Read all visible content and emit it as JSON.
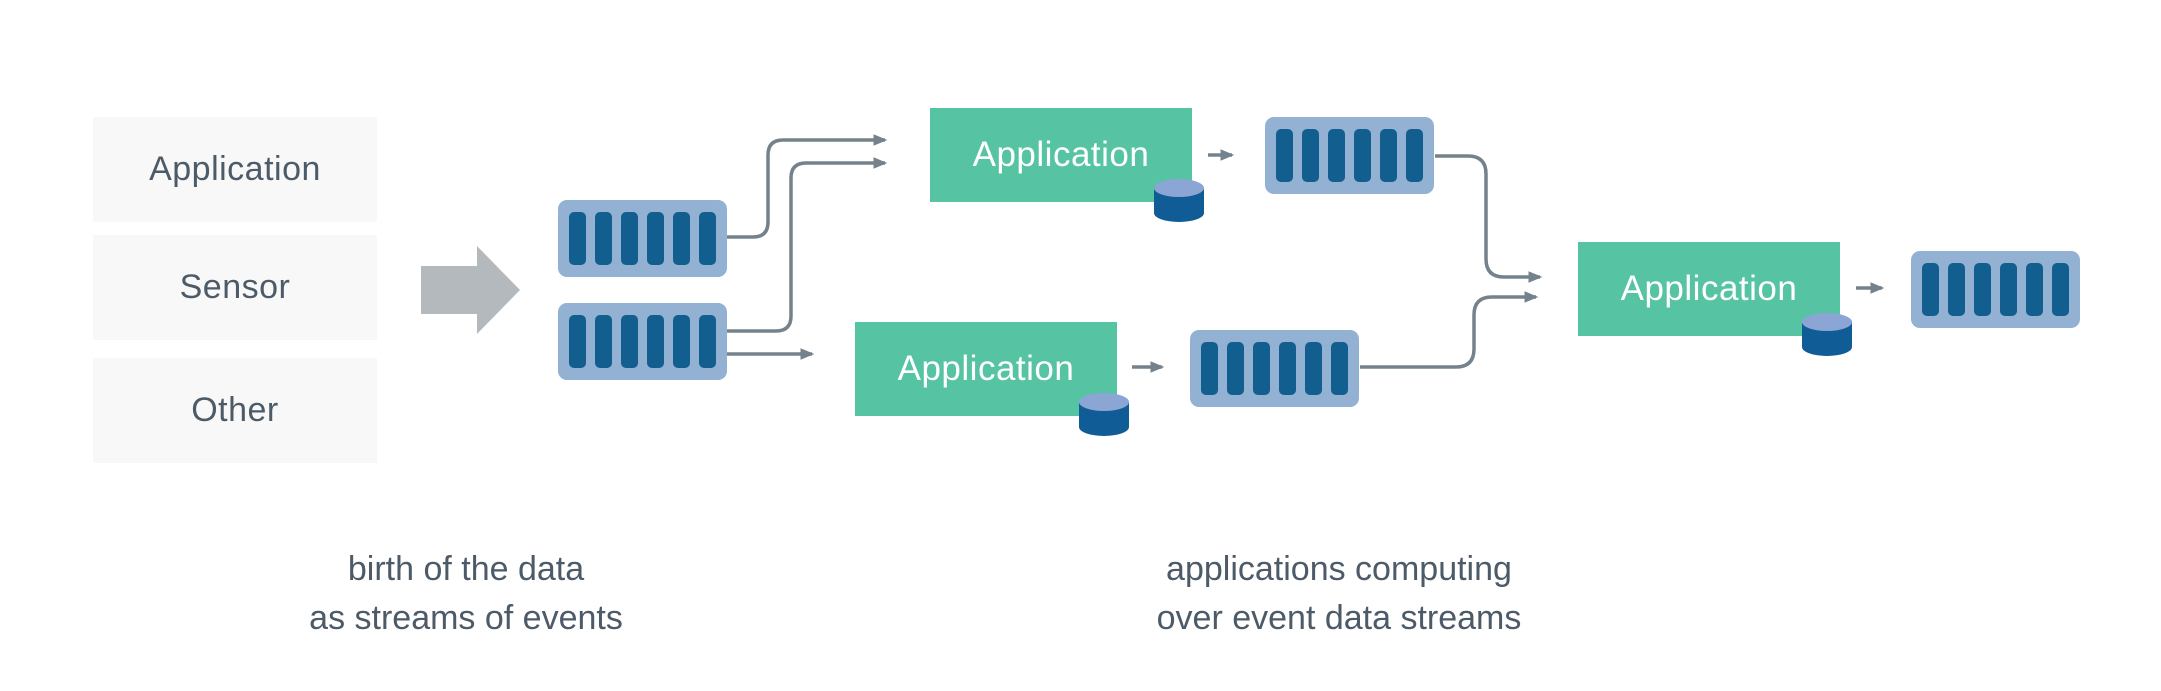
{
  "sources": [
    {
      "label": "Application"
    },
    {
      "label": "Sensor"
    },
    {
      "label": "Other"
    }
  ],
  "applications": [
    {
      "label": "Application"
    },
    {
      "label": "Application"
    },
    {
      "label": "Application"
    }
  ],
  "captions": [
    {
      "lines": [
        "birth of the data",
        "as streams of events"
      ]
    },
    {
      "lines": [
        "applications computing",
        "over event data streams"
      ]
    }
  ],
  "icons": {
    "flow_arrow": "big-right-arrow-icon",
    "stream": "event-stream-icon",
    "database": "database-cylinder-icon",
    "connector": "curved-arrow-connector"
  },
  "colors": {
    "app_green": "#56C4A2",
    "stream_light_blue": "#93B1D3",
    "stream_dark_blue": "#115E8F",
    "cylinder_blue": "#105C96",
    "cylinder_top_blue": "#8BA6D4",
    "connector_gray": "#75828C",
    "flow_arrow_gray": "#B3B9BD",
    "source_box_bg": "#F8F8F8",
    "text_dark": "#4D5A68",
    "text_white": "#FFFFFF"
  }
}
